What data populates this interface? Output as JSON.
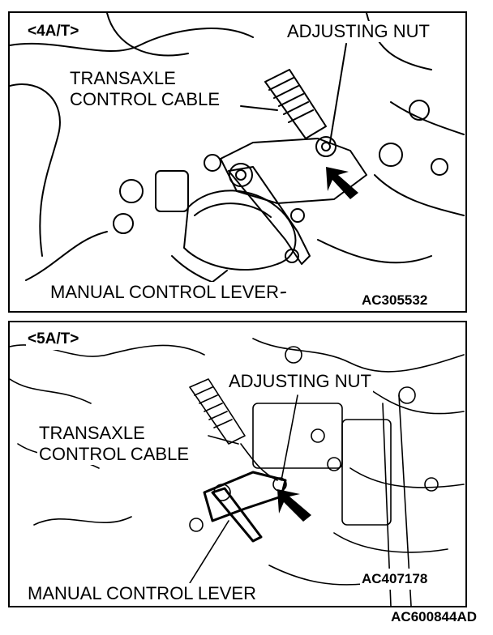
{
  "top": {
    "tag": "<4A/T>",
    "labels": {
      "adjusting_nut": "ADJUSTING NUT",
      "cable": "TRANSAXLE\nCONTROL CABLE",
      "lever": "MANUAL CONTROL LEVER"
    },
    "code": "AC305532"
  },
  "bottom": {
    "tag": "<5A/T>",
    "labels": {
      "adjusting_nut": "ADJUSTING NUT",
      "cable": "TRANSAXLE\nCONTROL CABLE",
      "lever": "MANUAL CONTROL LEVER"
    },
    "code": "AC407178"
  },
  "sheet_code": "AC600844AD"
}
